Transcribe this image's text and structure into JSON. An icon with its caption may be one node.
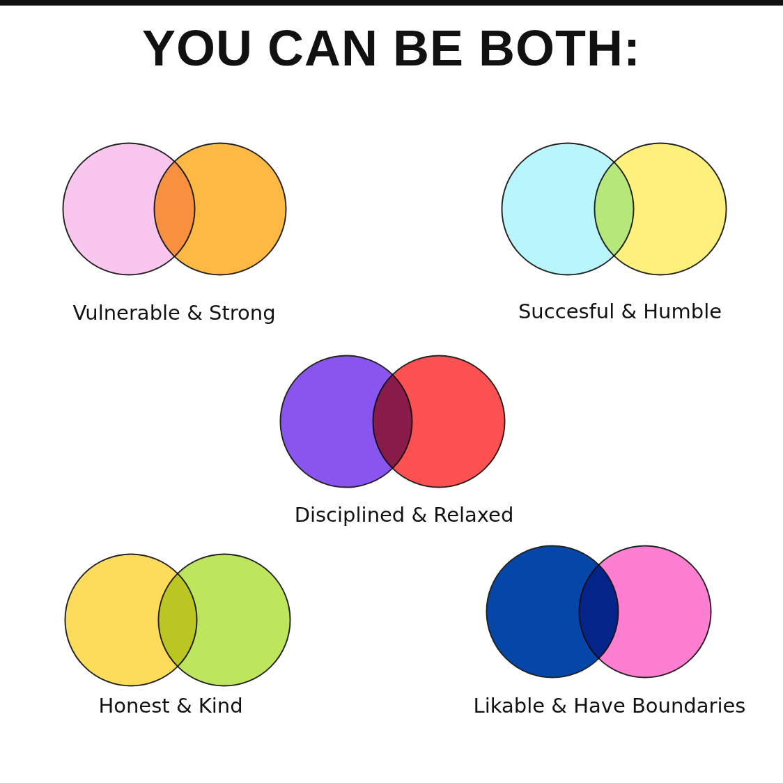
{
  "diagram": {
    "title": "YOU CAN BE BOTH:",
    "nodes": [
      {
        "text": [],
        "shape": "circle"
      },
      {
        "text": [],
        "shape": "circle"
      },
      {
        "text": [],
        "shape": "circle"
      },
      {
        "text": [],
        "shape": "circle"
      },
      {
        "text": [],
        "shape": "circle"
      },
      {
        "text": [],
        "shape": "circle"
      },
      {
        "text": [],
        "shape": "circle"
      },
      {
        "text": [],
        "shape": "circle"
      },
      {
        "text": [],
        "shape": "circle"
      },
      {
        "text": [],
        "shape": "circle"
      }
    ],
    "edges": [],
    "labels": [
      "Vulnerable & Strong",
      "Succesful & Humble",
      "Disciplined & Relaxed",
      "Honest & Kind",
      "Likable & Have Boundaries"
    ]
  }
}
